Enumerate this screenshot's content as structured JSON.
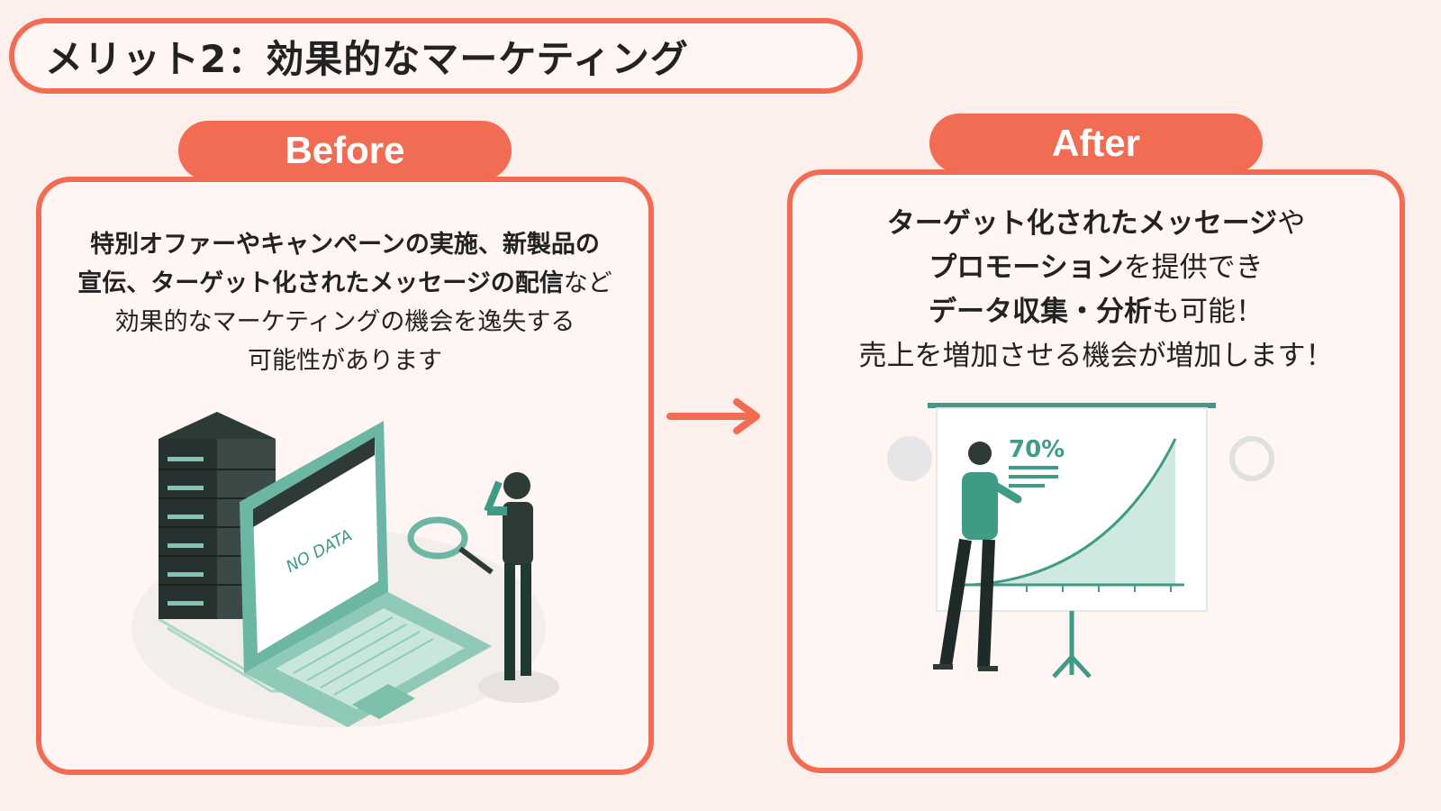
{
  "title": "メリット2：効果的なマーケティング",
  "before": {
    "tag": "Before",
    "line1_bold": "特別オファーやキャンペーンの実施、新製品の",
    "line2_bold": "宣伝、ターゲット化されたメッセージの配信",
    "line2_normal": "など",
    "line3": "効果的なマーケティングの機会を逸失する",
    "line4": "可能性があります",
    "illustration_text": "NO DATA"
  },
  "after": {
    "tag": "After",
    "line1_bold": "ターゲット化されたメッセージ",
    "line1_normal": "や",
    "line2_bold": "プロモーション",
    "line2_normal": "を提供でき",
    "line3_bold": "データ収集・分析",
    "line3_normal": "も可能！",
    "line4": "売上を増加させる機会が増加します！",
    "illustration_text": "70%"
  },
  "colors": {
    "accent": "#f26b53",
    "teal": "#3f9a86",
    "background": "#fdf0ec"
  }
}
